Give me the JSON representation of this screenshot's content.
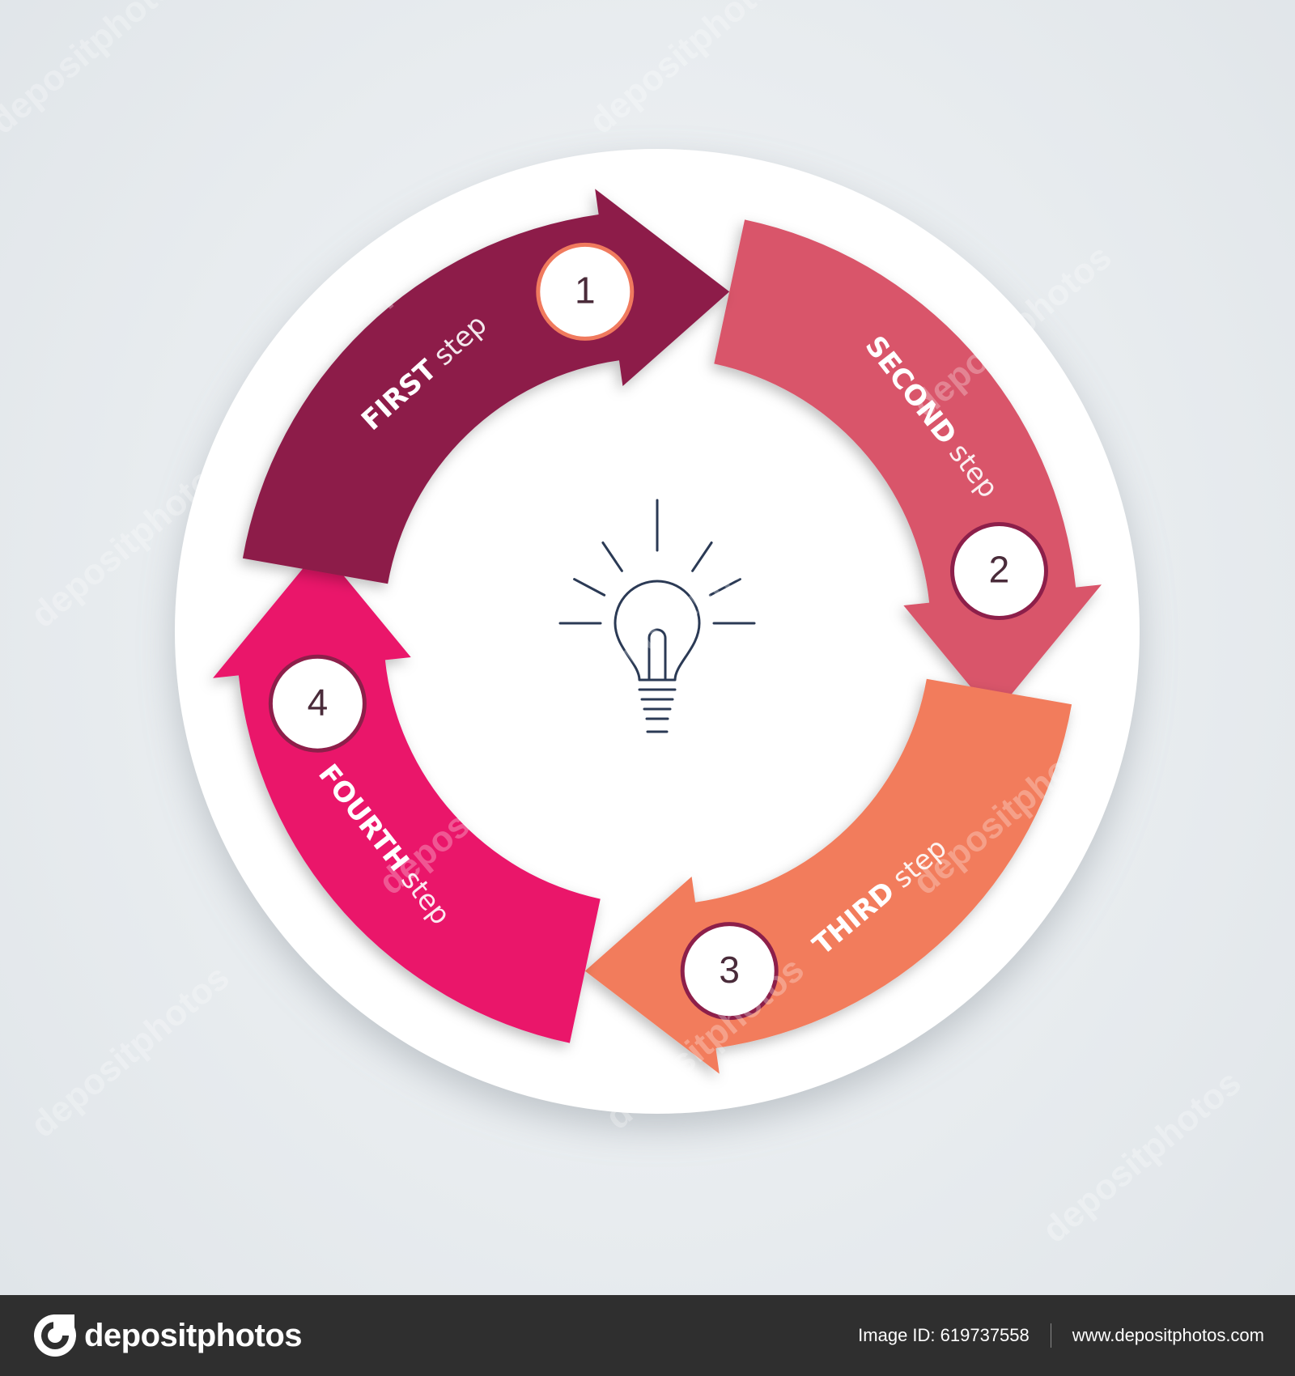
{
  "diagram": {
    "center_icon": "lightbulb-icon",
    "steps": [
      {
        "number": "1",
        "bold": "FIRST",
        "light": "step",
        "color": "#8d1f4a",
        "badge_ring": "#f07a5e"
      },
      {
        "number": "2",
        "bold": "SECOND",
        "light": "step",
        "color": "#d9546a",
        "badge_ring": "#8d1f4a"
      },
      {
        "number": "3",
        "bold": "THIRD",
        "light": "step",
        "color": "#f27b5c",
        "badge_ring": "#8d1f4a"
      },
      {
        "number": "4",
        "bold": "FOURTH",
        "light": "step",
        "color": "#ea126b",
        "badge_ring": "#8d1f4a"
      }
    ],
    "outline_color": "#2b3a55"
  },
  "watermark": {
    "text": "depositphotos"
  },
  "footer": {
    "brand": "depositphotos",
    "image_id": "Image ID: 619737558",
    "site": "www.depositphotos.com",
    "logo_icon": "depositphotos-logo-icon"
  }
}
